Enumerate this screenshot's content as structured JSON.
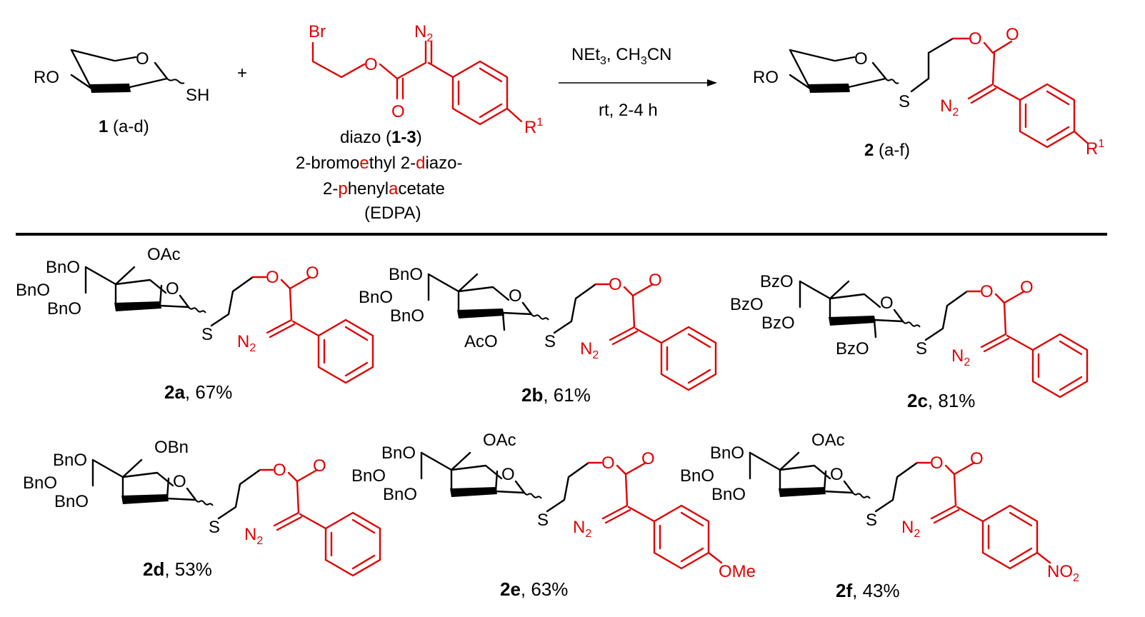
{
  "reaction": {
    "reactant1": {
      "sub_ro": "RO",
      "sub_o": "O",
      "sub_sh": "SH",
      "label_num": "1",
      "label_rest": " (a-d)"
    },
    "plus": "+",
    "reactant2": {
      "br": "Br",
      "o_ester": "O",
      "o_carbonyl": "O",
      "n2": "N",
      "n2_sub": "2",
      "r1": "R",
      "r1_sup": "1",
      "name_line1_a": "diazo (",
      "name_line1_b": "1-3",
      "name_line1_c": ")",
      "name_line2": [
        "2-bromo",
        "e",
        "thyl 2-",
        "d",
        "iazo-"
      ],
      "name_line3": [
        "2-",
        "p",
        "henyl",
        "a",
        "cetate"
      ],
      "name_line4": "(EDPA)"
    },
    "conditions": {
      "above_a": "NEt",
      "above_sub1": "3",
      "above_b": ", CH",
      "above_sub2": "3",
      "above_c": "CN",
      "below": "rt, 2-4 h"
    },
    "product": {
      "sub_ro": "RO",
      "sub_o": "O",
      "s": "S",
      "o_ester": "O",
      "o_carbonyl": "O",
      "n2": "N",
      "n2_sub": "2",
      "r1": "R",
      "r1_sup": "1",
      "label_num": "2",
      "label_rest": " (a-f)"
    }
  },
  "products": [
    {
      "id": "2a",
      "yield": ", 67%",
      "groups": [
        "BnO",
        "BnO",
        "BnO",
        "OAc"
      ],
      "ring_o": "O",
      "s": "S",
      "o1": "O",
      "o2": "O",
      "n2": "N",
      "n2_sub": "2"
    },
    {
      "id": "2b",
      "yield": ", 61%",
      "groups": [
        "BnO",
        "BnO",
        "BnO",
        "AcO"
      ],
      "ring_o": "O",
      "s": "S",
      "o1": "O",
      "o2": "O",
      "n2": "N",
      "n2_sub": "2"
    },
    {
      "id": "2c",
      "yield": ", 81%",
      "groups": [
        "BzO",
        "BzO",
        "BzO",
        "BzO"
      ],
      "ring_o": "O",
      "s": "S",
      "o1": "O",
      "o2": "O",
      "n2": "N",
      "n2_sub": "2"
    },
    {
      "id": "2d",
      "yield": ", 53%",
      "groups": [
        "BnO",
        "BnO",
        "BnO",
        "OBn"
      ],
      "ring_o": "O",
      "s": "S",
      "o1": "O",
      "o2": "O",
      "n2": "N",
      "n2_sub": "2"
    },
    {
      "id": "2e",
      "yield": ", 63%",
      "groups": [
        "BnO",
        "BnO",
        "BnO",
        "OAc"
      ],
      "ring_o": "O",
      "s": "S",
      "o1": "O",
      "o2": "O",
      "n2": "N",
      "n2_sub": "2",
      "para": "OMe"
    },
    {
      "id": "2f",
      "yield": ", 43%",
      "groups": [
        "BnO",
        "BnO",
        "BnO",
        "OAc"
      ],
      "ring_o": "O",
      "s": "S",
      "o1": "O",
      "o2": "O",
      "n2": "N",
      "n2_sub": "2",
      "para": "NO",
      "para_sub": "2"
    }
  ],
  "colors": {
    "accent": "#e00000",
    "ink": "#000000"
  }
}
